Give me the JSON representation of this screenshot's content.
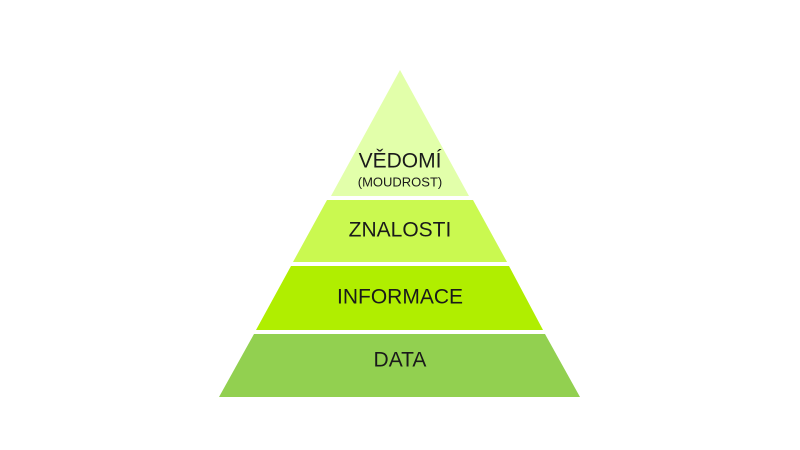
{
  "diagram": {
    "levels": [
      {
        "label": "VĚDOMÍ",
        "sublabel": "(MOUDROST)",
        "color": "#e2ffaa"
      },
      {
        "label": "ZNALOSTI",
        "color": "#caf950"
      },
      {
        "label": "INFORMACE",
        "color": "#b0ee00"
      },
      {
        "label": "DATA",
        "color": "#92d050"
      }
    ]
  }
}
